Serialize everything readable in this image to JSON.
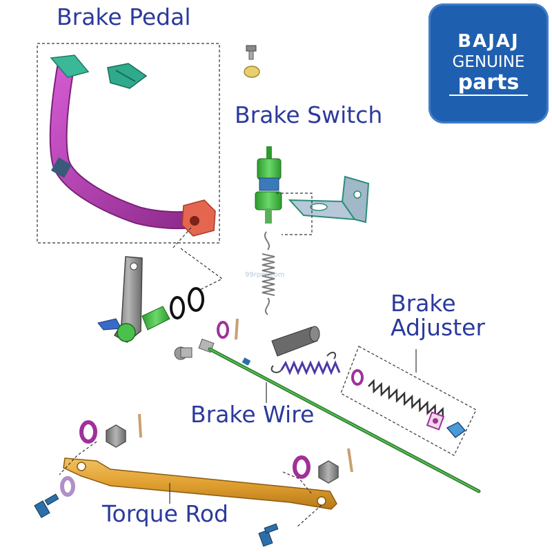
{
  "labels": {
    "brake_pedal": "Brake Pedal",
    "brake_switch": "Brake Switch",
    "brake_adjuster_line1": "Brake",
    "brake_adjuster_line2": "Adjuster",
    "brake_wire": "Brake Wire",
    "torque_rod": "Torque Rod"
  },
  "badge": {
    "brand": "BAJAJ",
    "line2": "GENUINE",
    "line3": "parts"
  },
  "watermark": "99rpm.com",
  "colors": {
    "label_text": "#2b3a9c",
    "badge_bg": "#1f5fb0",
    "pedal": "#c23cc0",
    "pedal_pad": "#2faa8c",
    "clamp": "#e4664e",
    "switch_body": "#4cc04c",
    "bracket": "#2b8c78",
    "wire": "#3b9a3b",
    "spring_purple": "#4a3aa8",
    "torque_rod": "#e0a030",
    "washer": "#a0309a",
    "screw": "#2c6ea8"
  }
}
